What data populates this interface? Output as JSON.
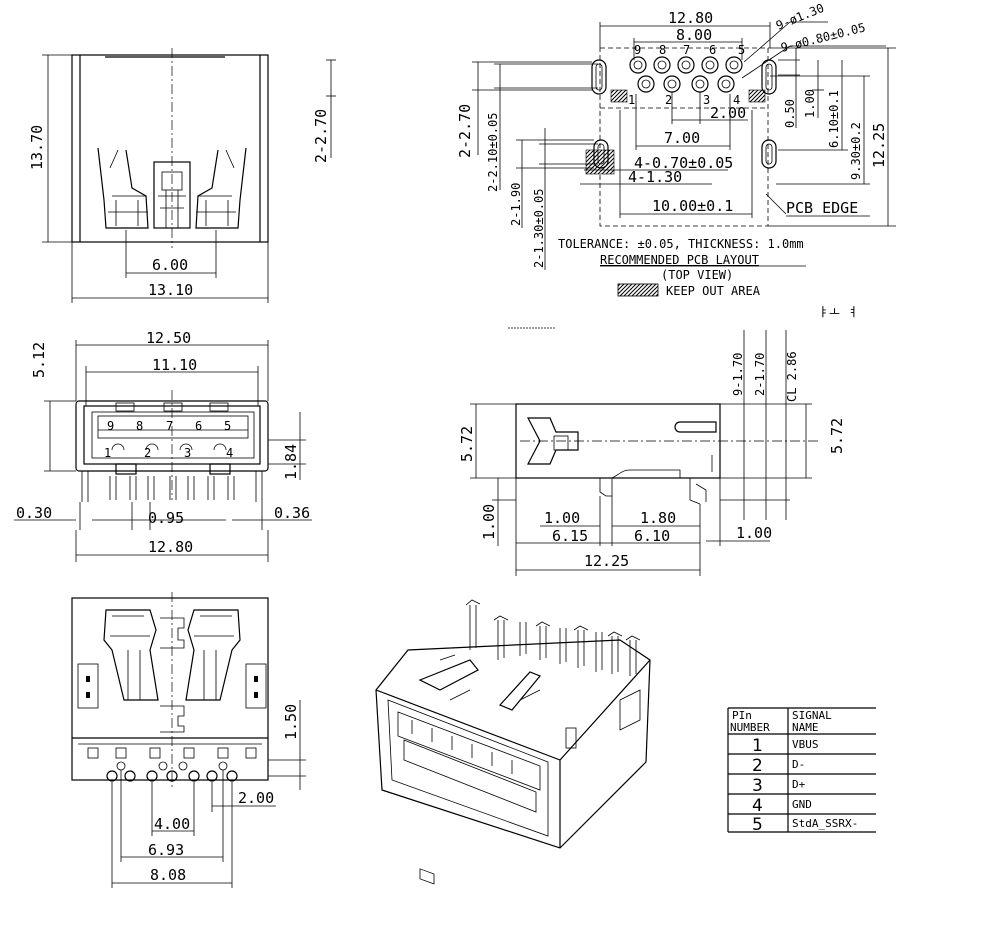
{
  "top_view": {
    "height": "13.70",
    "height_right": "2-2.70",
    "inner_width": "6.00",
    "width": "13.10"
  },
  "pcb_layout": {
    "overall_width": "12.80",
    "pin_span": "8.00",
    "big_holes": "9-ø1.30",
    "small_holes": "9-ø0.80±0.05",
    "left_dim_a": "2-2.70",
    "left_dim_b": "2-2.10±0.05",
    "left_dim_c": "2-1.90",
    "left_dim_d": "2-1.30±0.05",
    "pitch_2": "2.00",
    "span_7": "7.00",
    "slot_holes": "4-0.70±0.05",
    "slot_size": "4-1.30",
    "span_10": "10.00±0.1",
    "dim_050": "0.50",
    "dim_100": "1.00",
    "dim_610": "6.10±0.1",
    "dim_930": "9.30±0.2",
    "dim_1225": "12.25",
    "pcb_edge": "PCB EDGE",
    "tolerance": "TOLERANCE: ±0.05, THICKNESS: 1.0mm",
    "layout_title": "RECOMMENDED PCB LAYOUT",
    "layout_sub": "(TOP VIEW)",
    "keepout": "KEEP OUT AREA",
    "stray": "ㅑㅗ ㅕ",
    "pin_top": [
      "9",
      "8",
      "7",
      "6",
      "5"
    ],
    "pin_bottom": [
      "1",
      "2",
      "3",
      "4"
    ]
  },
  "front_view": {
    "outer": "12.50",
    "inner": "11.10",
    "height": "5.12",
    "tongue": "1.84",
    "pin_top": [
      "9",
      "8",
      "7",
      "6",
      "5"
    ],
    "pin_bottom": [
      "1",
      "2",
      "3",
      "4"
    ],
    "left_gap": "0.30",
    "pitch": "0.95",
    "right_gap": "0.36",
    "width": "12.80"
  },
  "side_view": {
    "height_left": "5.72",
    "height_right": "5.72",
    "dim_a": "9-1.70",
    "dim_b": "2-1.70",
    "dim_c": "CL 2.86",
    "lead": "1.00",
    "d_100": "1.00",
    "d_180": "1.80",
    "d_615": "6.15",
    "d_610": "6.10",
    "d_100r": "1.00",
    "length": "12.25"
  },
  "bottom_view": {
    "pitch_v": "1.50",
    "pitch_2": "2.00",
    "span_4": "4.00",
    "span_693": "6.93",
    "span_808": "8.08"
  },
  "pin_table": {
    "header_pin": [
      "PIn",
      "NUMBER"
    ],
    "header_signal": [
      "SIGNAL",
      "NAME"
    ],
    "rows": [
      {
        "num": "1",
        "name": "VBUS"
      },
      {
        "num": "2",
        "name": "D-"
      },
      {
        "num": "3",
        "name": "D+"
      },
      {
        "num": "4",
        "name": "GND"
      },
      {
        "num": "5",
        "name": "StdA_SSRX-"
      }
    ]
  }
}
